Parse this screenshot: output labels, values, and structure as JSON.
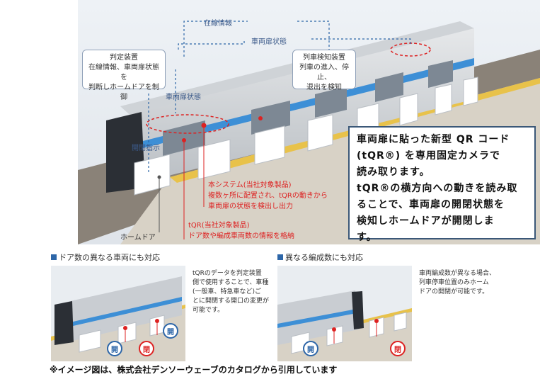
{
  "top": {
    "line_info_label": "在線情報",
    "door_state_label_top": "車両扉状態",
    "judge_box": {
      "title": "判定装置",
      "line1": "在線情報、車両扉状態を",
      "line2": "判断しホームドアを制御"
    },
    "detector_box": {
      "title": "列車検知装置",
      "line1": "列車の進入、停止、",
      "line2": "退出を検知"
    },
    "door_state_label_mid": "車両扉状態",
    "open_close_cmd": "開閉指示",
    "system_label": {
      "line1": "本システム(当社対象製品)",
      "line2": "複数ヶ所に配置され、tQRの動きから",
      "line3": "車両扉の状態を検出し出力"
    },
    "tqr_label": {
      "line1": "tQR(当社対象製品)",
      "line2": "ドア数や編成車両数の情報を格納"
    },
    "home_door_label": "ホームドア"
  },
  "callout": {
    "line1": "車両扉に貼った新型 QR コード",
    "line2": "(tQR®) を専用固定カメラで",
    "line3": "読み取ります。",
    "line4": "tQR®の横方向への動きを読み取",
    "line5": "ることで、車両扉の開閉状態を",
    "line6": "検知しホームドアが開閉しま",
    "line7": "す。"
  },
  "section_left": {
    "heading": "ドア数の異なる車両にも対応",
    "desc": [
      "tQRのデータを判定装置",
      "側で使用することで、車種",
      "(一般車、特急車など)ご",
      "とに開閉する開口の変更が",
      "可能です。"
    ],
    "badge_open": "開",
    "badge_close": "閉"
  },
  "section_right": {
    "heading": "異なる編成数にも対応",
    "desc": [
      "車両編成数が異なる場合、",
      "列車停車位置のみホーム",
      "ドアの開閉が可能です。"
    ],
    "badge_open": "開",
    "badge_close": "閉"
  },
  "footer": "※イメージ図は、株式会社デンソーウェーブのカタログから引用しています",
  "colors": {
    "accent_blue": "#2d66a8",
    "red": "#dd2222",
    "callout_border": "#3b5878",
    "train_stripe": "#3d8fd6"
  }
}
